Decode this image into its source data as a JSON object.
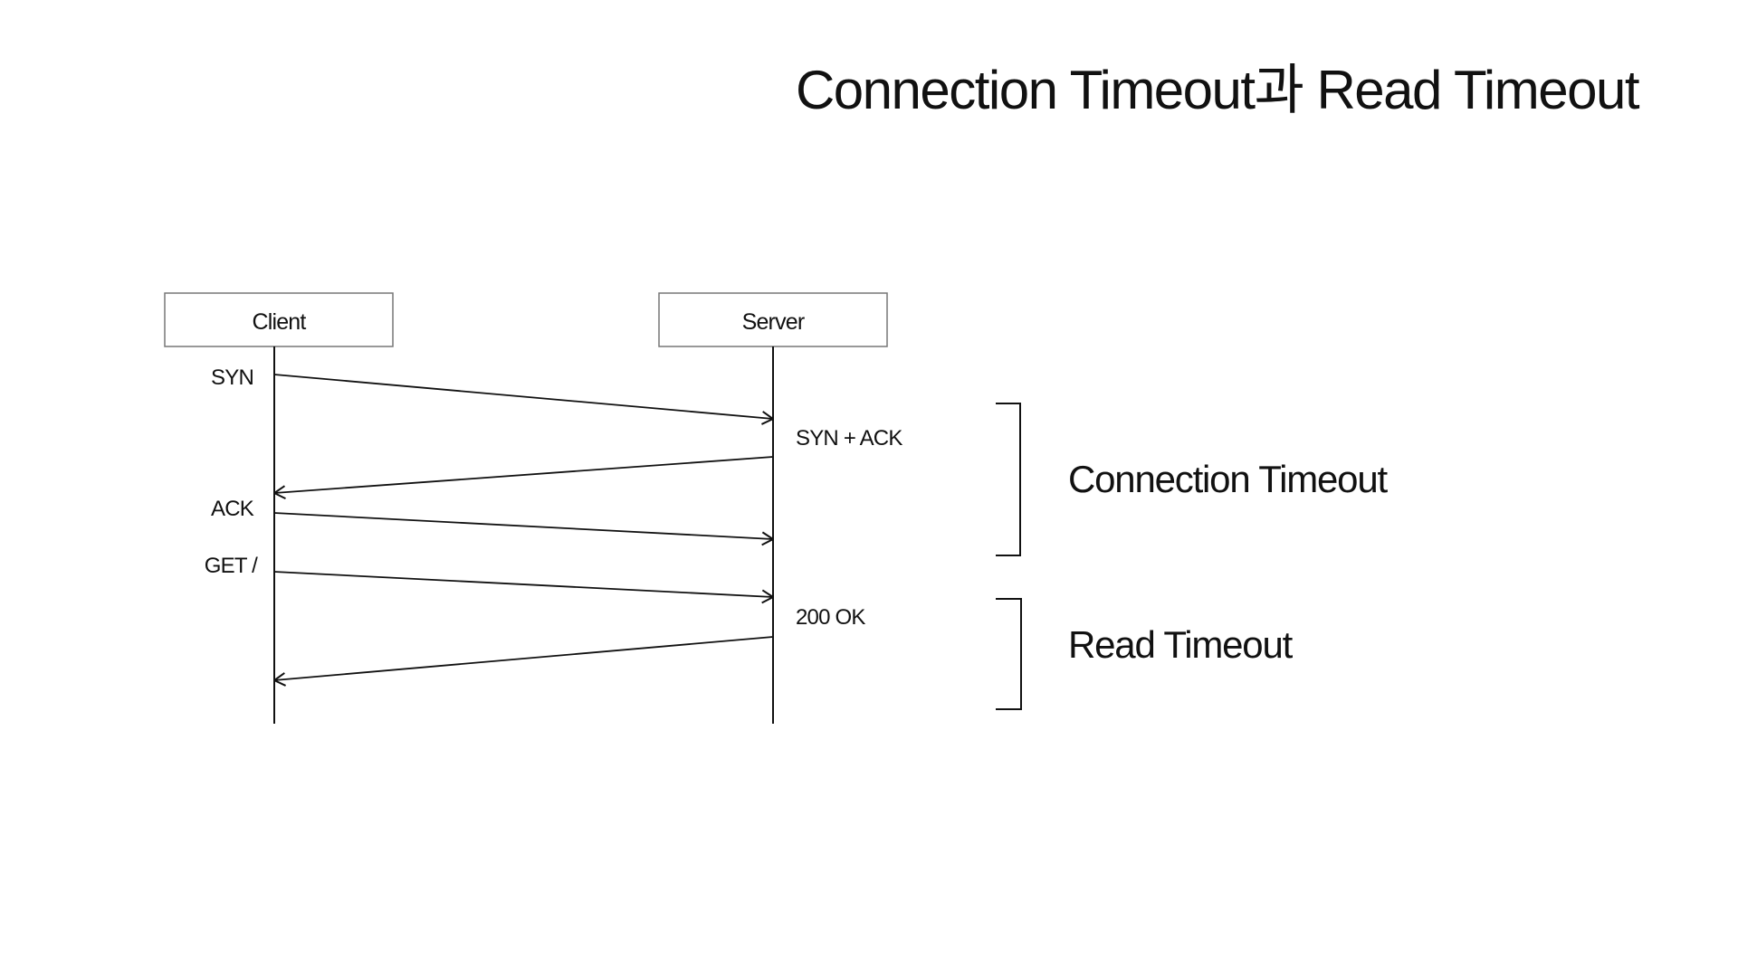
{
  "title": "Connection Timeout과 Read Timeout",
  "participants": {
    "client": "Client",
    "server": "Server"
  },
  "messages": [
    {
      "label": "SYN",
      "from": "client",
      "to": "server"
    },
    {
      "label": "SYN + ACK",
      "from": "server",
      "to": "client"
    },
    {
      "label": "ACK",
      "from": "client",
      "to": "server"
    },
    {
      "label": "GET /",
      "from": "client",
      "to": "server"
    },
    {
      "label": "200 OK",
      "from": "server",
      "to": "client"
    }
  ],
  "phases": [
    {
      "label": "Connection Timeout"
    },
    {
      "label": "Read Timeout"
    }
  ],
  "colors": {
    "line": "#111111",
    "box_border": "#777777",
    "background": "#ffffff"
  }
}
